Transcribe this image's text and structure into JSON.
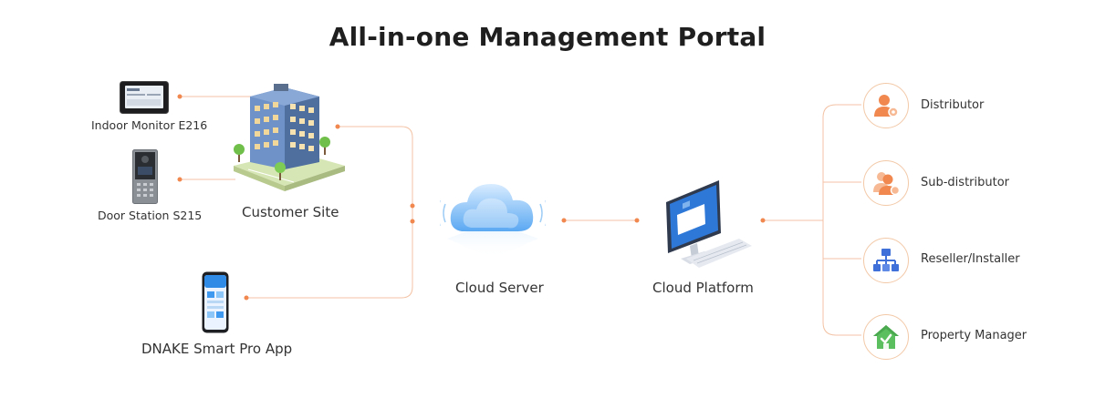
{
  "title": "All-in-one Management Portal",
  "nodes": {
    "indoor_monitor": "Indoor Monitor E216",
    "door_station": "Door Station S215",
    "customer_site": "Customer Site",
    "smart_app": "DNAKE Smart Pro App",
    "cloud_server": "Cloud Server",
    "cloud_platform": "Cloud Platform"
  },
  "roles": [
    {
      "label": "Distributor",
      "icon": "person-with-badge-icon"
    },
    {
      "label": "Sub-distributor",
      "icon": "two-persons-icon"
    },
    {
      "label": "Reseller/Installer",
      "icon": "hierarchy-icon"
    },
    {
      "label": "Property Manager",
      "icon": "house-icon"
    }
  ],
  "colors": {
    "accent": "#f0884f",
    "connector": "#f3b08a",
    "icon_blue": "#3f6fd8"
  }
}
